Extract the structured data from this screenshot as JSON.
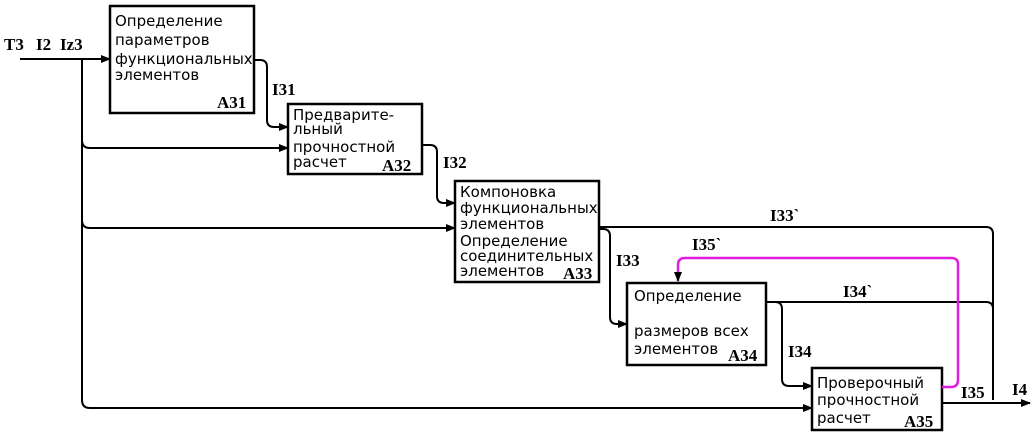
{
  "inputs": [
    "T3",
    "I2",
    "Iz3"
  ],
  "blocks": [
    {
      "code": "A31",
      "lines": [
        "Определение",
        "параметров",
        "функциональных",
        "элементов"
      ]
    },
    {
      "code": "A32",
      "lines": [
        "Предварите-",
        "льный",
        "прочностной",
        "расчет"
      ]
    },
    {
      "code": "A33",
      "lines": [
        "Компоновка",
        "функциональных",
        "элементов",
        "Определение",
        "соединительных",
        "элементов"
      ]
    },
    {
      "code": "A34",
      "lines": [
        "Определение",
        "",
        "размеров всех",
        "элементов"
      ]
    },
    {
      "code": "A35",
      "lines": [
        "Проверочный",
        "прочностной",
        "расчет"
      ]
    }
  ],
  "arrows": {
    "i31": "I31",
    "i32": "I32",
    "i33": "I33",
    "i33f": "I33`",
    "i34": "I34",
    "i34f": "I34`",
    "i35": "I35",
    "i35f": "I35`",
    "i4": "I4"
  },
  "colors": {
    "feedback": "#e01ee0"
  }
}
